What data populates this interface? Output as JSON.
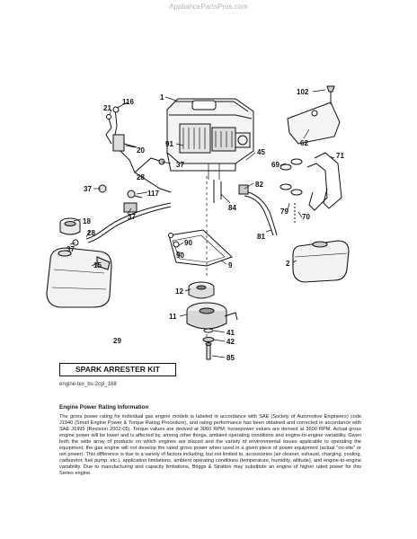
{
  "watermark": "AppliancePartsPros.com",
  "callouts": {
    "c1": "1",
    "c2": "2",
    "c9": "9",
    "c11": "11",
    "c12": "12",
    "c15": "15",
    "c18": "18",
    "c20": "20",
    "c21": "21",
    "c28a": "28",
    "c28b": "28",
    "c29": "29",
    "c37a": "37",
    "c37b": "37",
    "c37c": "37",
    "c37d": "37",
    "c41": "41",
    "c42": "42",
    "c45": "45",
    "c62": "62",
    "c69": "69",
    "c70": "70",
    "c71": "71",
    "c79": "79",
    "c81": "81",
    "c82": "82",
    "c84": "84",
    "c85": "85",
    "c90a": "90",
    "c90b": "90",
    "c91": "91",
    "c102": "102",
    "c116": "116",
    "c117": "117"
  },
  "kit_label": "SPARK ARRESTER KIT",
  "drawing_code": "engine-tex_bs-2cyl_168",
  "rating": {
    "title": "Engine Power Rating Information",
    "body": "The gross power rating for individual gas engine models is labeled in accordance with SAE (Society of Automotive Engineers) code J1940 (Small Engine Power & Torque Rating Procedure), and rating performance has been obtained and corrected in accordance with SAE J1995 (Revision 2002-05). Torque values are derived at 3060 RPM; horsepower values are derived at 3600 RPM. Actual gross engine power will be lower and is affected by, among other things, ambient operating conditions and engine-to-engine variability. Given both the wide array of products on which engines are placed and the variety of environmental issues applicable to operating the equipment, the gas engine will not develop the rated gross power when used in a given piece of power equipment (actual \"on-site\" or net power). This difference is due to a variety of factors including, but not limited to, accessories (air cleaner, exhaust, charging, cooling, carburetor, fuel pump, etc.), application limitations, ambient operating conditions (temperature, humidity, altitude), and engine-to-engine variability. Due to manufacturing and capacity limitations, Briggs & Stratton may substitute an engine of higher rated power for this Series engine."
  }
}
